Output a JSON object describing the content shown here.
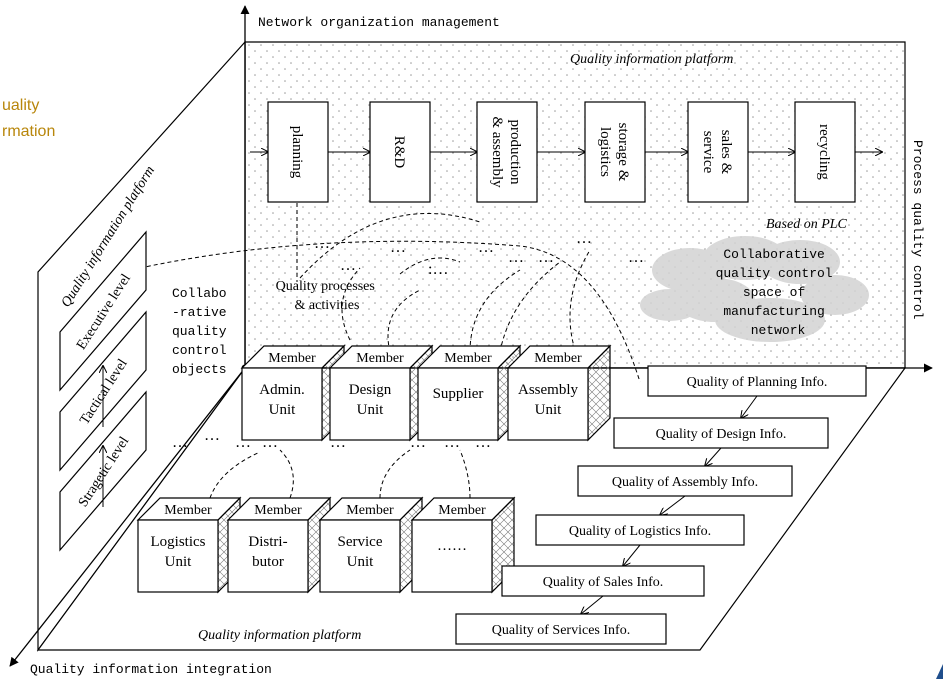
{
  "axes": {
    "vertical": "Network organization management",
    "horizontal": "Process quality control",
    "diagonal": "Quality information integration"
  },
  "side_text": {
    "line1": "uality",
    "line2": "rmation"
  },
  "platforms": {
    "back": "Quality information platform",
    "left": "Quality information platform",
    "floor": "Quality information platform"
  },
  "plc": {
    "stages": [
      "planning",
      "R&D",
      "production & assembly",
      "storage & logistics",
      "sales & service",
      "recycling"
    ],
    "caption": "Based on PLC"
  },
  "levels": [
    "Executive level",
    "Tactical level",
    "Stragetic level"
  ],
  "labels": {
    "collab_objects": [
      "Collabo",
      "-rative",
      "quality",
      "control",
      "objects"
    ],
    "processes": [
      "Quality processes",
      "& activities"
    ],
    "space": [
      "Collaborative",
      "quality control",
      "space of",
      "manufacturing",
      "network"
    ],
    "ellipsis": "…",
    "colon_ellipsis": ":…"
  },
  "member_label": "Member",
  "units_back": [
    [
      "Admin.",
      "Unit"
    ],
    [
      "Design",
      "Unit"
    ],
    [
      "Supplier"
    ],
    [
      "Assembly",
      "Unit"
    ]
  ],
  "units_front": [
    [
      "Logistics",
      "Unit"
    ],
    [
      "Distri-",
      "butor"
    ],
    [
      "Service",
      "Unit"
    ],
    [
      "……"
    ]
  ],
  "info_boxes": [
    "Quality of Planning  Info.",
    "Quality of Design Info.",
    "Quality of Assembly Info.",
    "Quality of Logistics Info.",
    "Quality of Sales Info.",
    "Quality of Services Info."
  ],
  "colors": {
    "side_text": "#b8860b",
    "cloud": "#d3d3d3",
    "corner_accent": "#1f4e8c"
  }
}
